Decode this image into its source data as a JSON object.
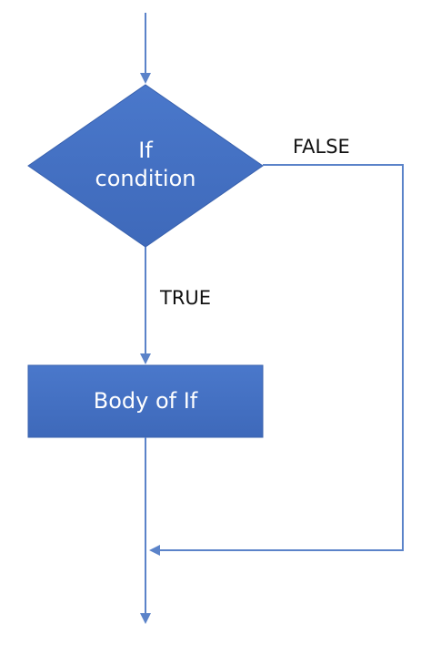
{
  "diagram": {
    "decision": {
      "line1": "If",
      "line2": "condition"
    },
    "process": {
      "label": "Body of If"
    },
    "edges": {
      "true_label": "TRUE",
      "false_label": "FALSE"
    },
    "colors": {
      "shape_fill": "#4472C4",
      "shape_fill_dark": "#3A62AE",
      "line": "#5B83C9",
      "text_on_shape": "#FFFFFF",
      "label_text": "#111111"
    }
  }
}
